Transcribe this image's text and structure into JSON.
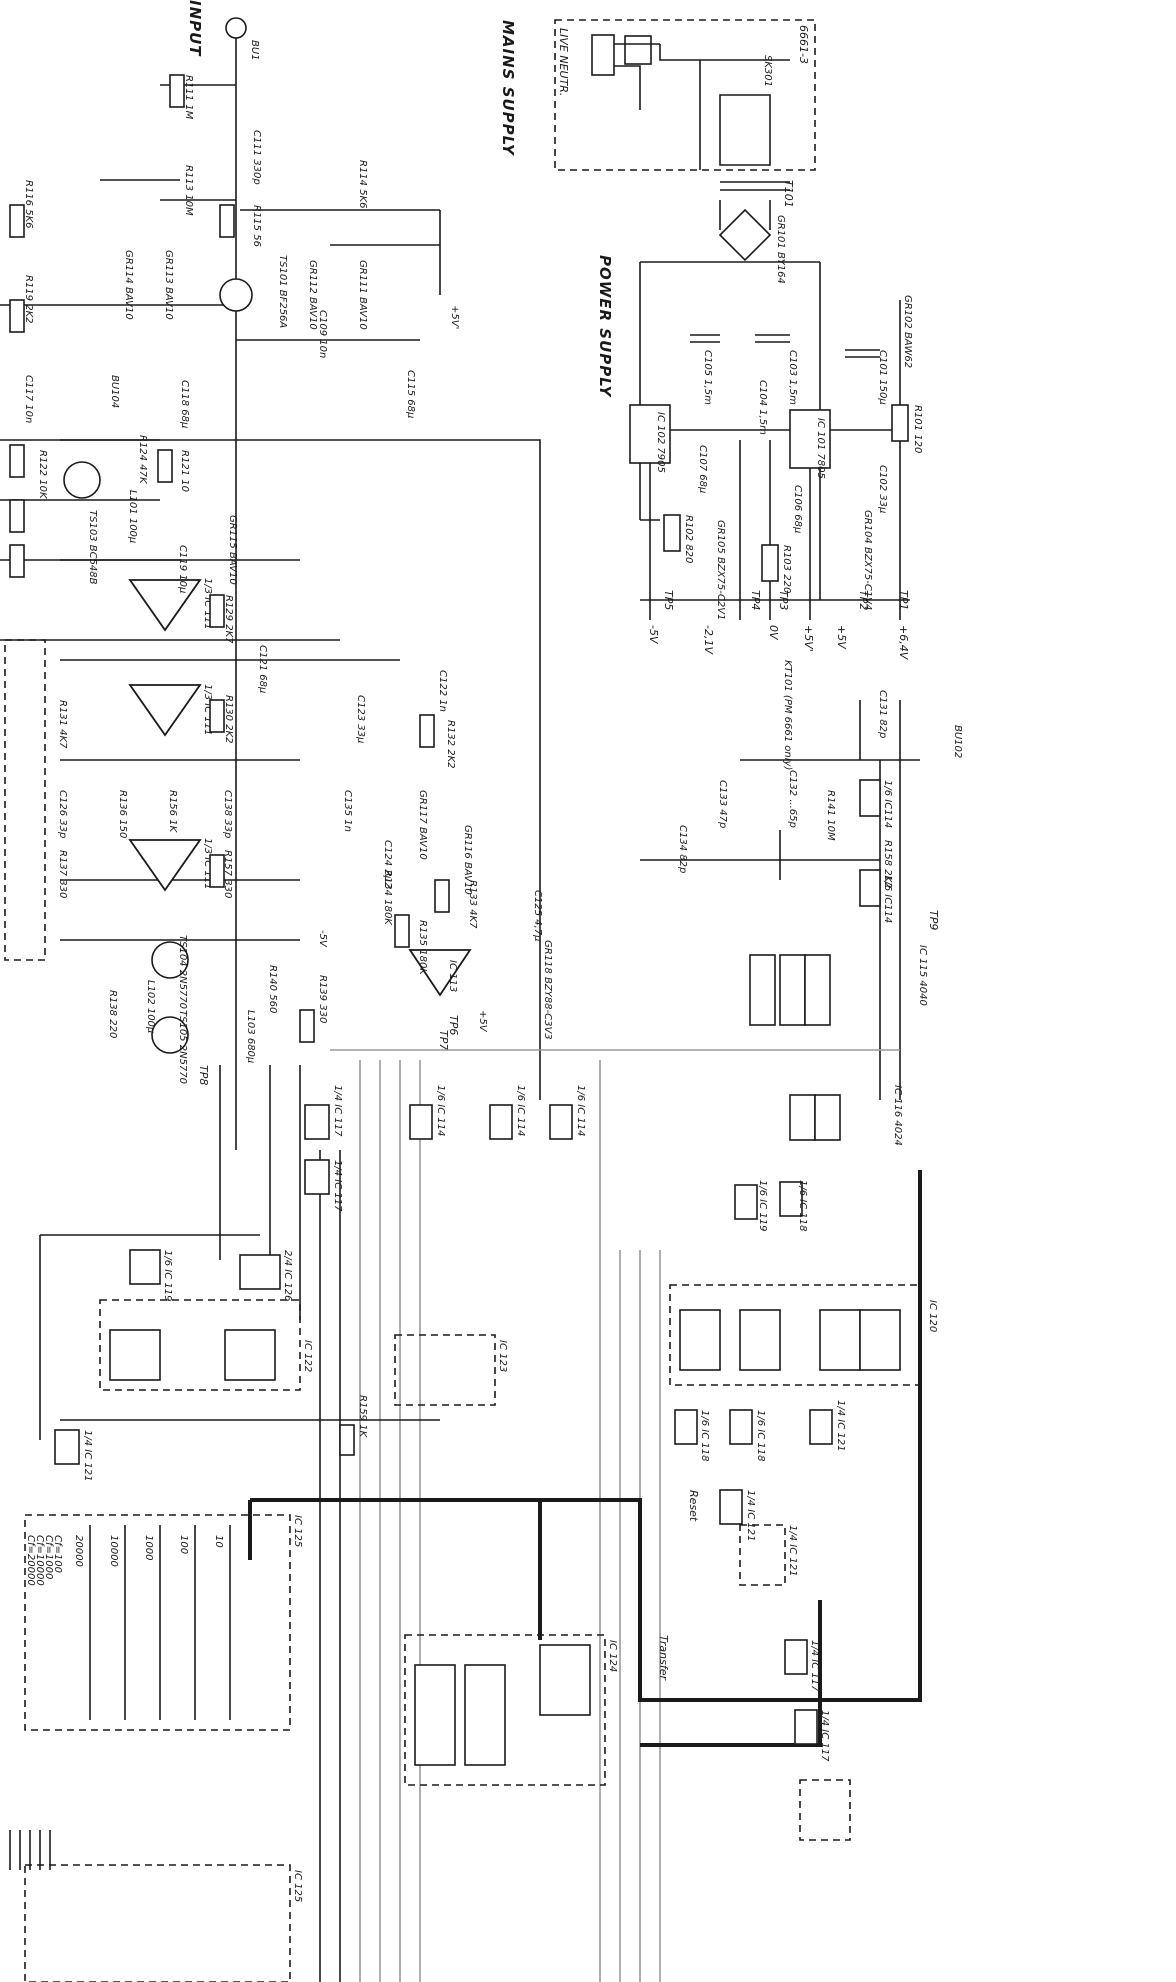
{
  "titles": {
    "input": "INPUT",
    "mains": "MAINS SUPPLY",
    "power": "POWER SUPPLY"
  },
  "mains": {
    "live_neutr": "LIVE NEUTR.",
    "model": "6661-3",
    "switch": "SK301",
    "fuse": "T101",
    "rectifier": "GR101 BY164"
  },
  "power_supply": {
    "regulators": [
      "IC 101 7805",
      "IC 102 7905"
    ],
    "testpoints": [
      {
        "tp": "TP1",
        "voltage": "+6,4V"
      },
      {
        "tp": "TP2",
        "voltage": "+5V"
      },
      {
        "tp": "TP3",
        "voltage": "+5V'"
      },
      {
        "tp": "TP4",
        "voltage": "0V"
      },
      {
        "tp": "TP5",
        "voltage": "-2,1V"
      },
      {
        "tp": "",
        "voltage": "-5V"
      }
    ],
    "parts": [
      "C101 150µ",
      "C102 33µ",
      "C103 1,5m",
      "C104 1,5m",
      "C105 1,5m",
      "C106 68µ",
      "C107 68µ",
      "R101 120",
      "R102 820",
      "R103 220",
      "GR102 BAW62",
      "GR104 BZX75-C1V4",
      "GR105 BZX75-C2V1"
    ]
  },
  "input_stage": {
    "connectors": [
      "BU1",
      "BU104",
      "BU102"
    ],
    "parts": [
      "R111 1M",
      "C111 330p",
      "R113 10M",
      "R114 5K6",
      "R115 56",
      "R116 5K6",
      "R119 2K2",
      "GR111 BAV10",
      "GR112 BAV10",
      "GR113 BAV10",
      "GR114 BAV10",
      "TS101 BF256A",
      "C109 10n",
      "C115 68µ",
      "C117 10n",
      "C118 68µ",
      "R121 10",
      "R122 10K",
      "R124 47K",
      "TS103 BC548B",
      "L101 100µ",
      "C119 10µ",
      "GR115 BAV10",
      "R129 2K7",
      "R130 2K2",
      "R131 4K7",
      "C121 68µ",
      "C122 1n",
      "C123 33µ",
      "R132 2K2",
      "C126 33p",
      "R136 150",
      "R137 330",
      "R156 1K",
      "C138 33p",
      "R157 330",
      "GR116 BAV10",
      "GR117 BAV10",
      "C124 2µ2",
      "R134 180K",
      "C135 1n",
      "R133 4K7",
      "R135 180K",
      "C125 4,7µ",
      "GR118 BZY88-C3V3",
      "IC 113",
      "TS104 2N5770",
      "TS105 2N5770",
      "R138 220",
      "L102 100µ",
      "R140 560",
      "L103 680µ",
      "R139 330"
    ],
    "opamps": [
      "1/3 IC 111",
      "1/3 IC 111",
      "1/3 IC 111"
    ],
    "testpoints": [
      "TP6",
      "TP7",
      "TP8",
      "TP9"
    ],
    "supply": [
      "+5V'",
      "-5V",
      "+5V"
    ]
  },
  "trigger": {
    "parts": [
      "C131 82p",
      "KT101 (PM 6661 only)",
      "C132 ...65p",
      "C133 47p",
      "R141 10M",
      "R158 2K2",
      "C134 82p",
      "1/6 IC114",
      "1/6 IC114"
    ]
  },
  "logic": {
    "blocks": [
      "IC 115 4040",
      "IC 116 4024",
      "1/6 IC 118",
      "1/6 IC 119",
      "1/4 IC 117",
      "1/4 IC 117",
      "1/6 IC 114",
      "1/6 IC 114",
      "1/6 IC 114",
      "IC 120",
      "1/6 IC 118",
      "1/6 IC 118",
      "1/4 IC 121",
      "1/4 IC 121",
      "1/6 IC 119",
      "2/4 IC 126",
      "IC 122",
      "1/4 IC 121",
      "IC 123",
      "R159 1K",
      "1/4 IC 117",
      "1/4 IC 117",
      "1/4 IC 121",
      "IC 124",
      "IC 125",
      "IC 125"
    ],
    "signals": [
      "Reset",
      "Transfer"
    ],
    "ranges": [
      "10",
      "100",
      "1000",
      "10000",
      "20000"
    ],
    "cf_ranges": [
      "Cf=100",
      "Cf=1000",
      "Cf=10000",
      "Cf=20000"
    ]
  },
  "colors": {
    "ink": "#1a1a1a",
    "paper": "#ffffff",
    "grey_wire": "#9a9a9a"
  }
}
